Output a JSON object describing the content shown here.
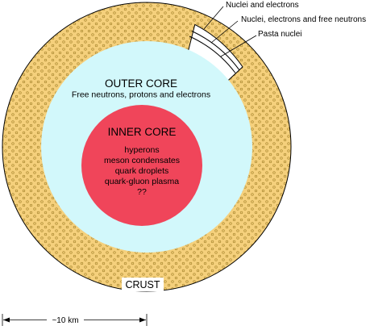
{
  "colors": {
    "background": "#ffffff",
    "crust": "#f5d07c",
    "crust_pattern": "#a8862e",
    "outer_core": "#d2f8fb",
    "inner_core": "#f0455a",
    "outline": "#000000"
  },
  "crust_layers": {
    "nuclei_and_electrons": "Nuclei and electrons",
    "nuclei_electrons_free_neutrons": "Nuclei, electrons and free neutrons",
    "pasta_nuclei": "Pasta nuclei"
  },
  "outer_core": {
    "title": "OUTER CORE",
    "contents": "Free neutrons, protons and electrons"
  },
  "inner_core": {
    "title": "INNER CORE",
    "items": [
      "hyperons",
      "meson condensates",
      "quark droplets",
      "quark-gluon plasma",
      "??"
    ]
  },
  "crust": {
    "title": "CRUST"
  },
  "scale": {
    "label": "~10 km"
  }
}
